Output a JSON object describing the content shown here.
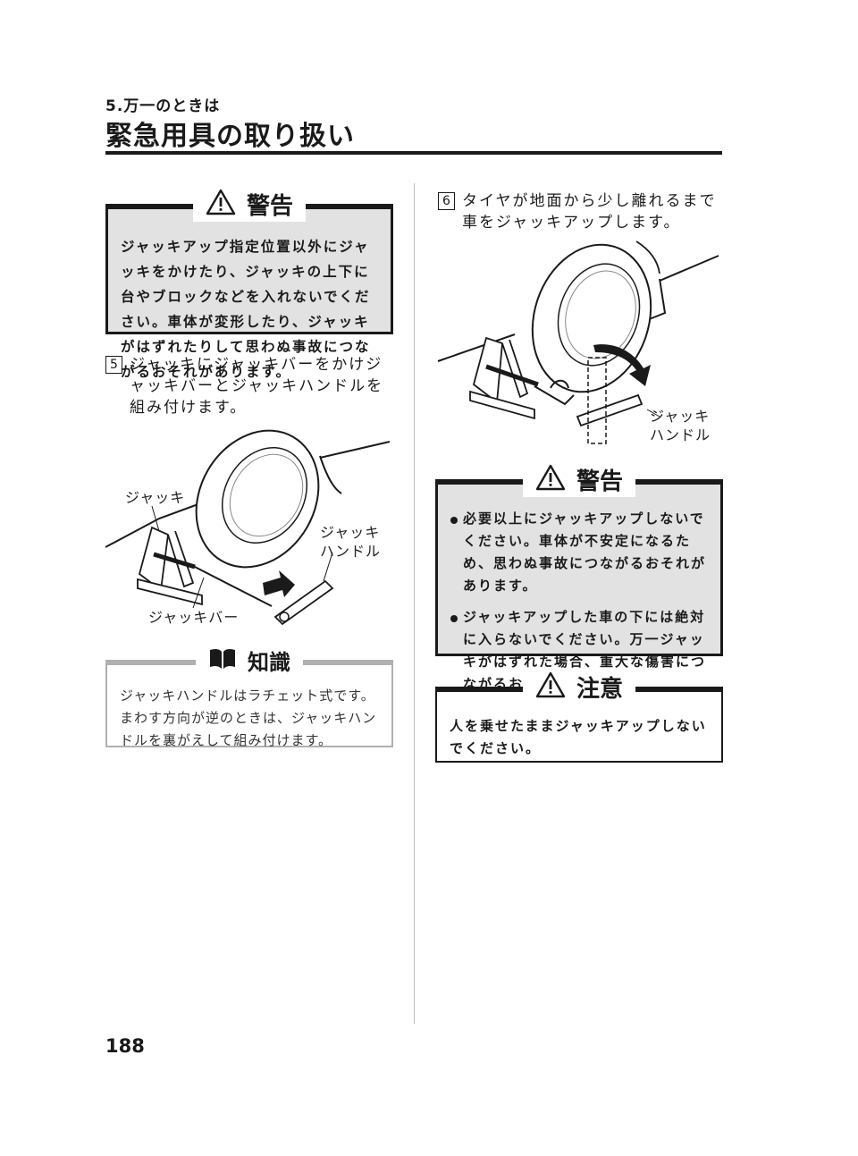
{
  "header": {
    "section": "5.万一のときは",
    "title": "緊急用具の取り扱い"
  },
  "left": {
    "warning": {
      "label": "警告",
      "text": "ジャッキアップ指定位置以外にジャッキをかけたり、ジャッキの上下に台やブロックなどを入れないでください。車体が変形したり、ジャッキがはずれたりして思わぬ事故につながるおそれがあります。"
    },
    "step5": {
      "num": "5",
      "text": "ジャッキにジャッキバーをかけジャッキバーとジャッキハンドルを組み付けます。"
    },
    "figure": {
      "label_jack": "ジャッキ",
      "label_handle_1": "ジャッキ",
      "label_handle_2": "ハンドル",
      "label_bar": "ジャッキバー"
    },
    "knowledge": {
      "label": "知識",
      "text": "ジャッキハンドルはラチェット式です。まわす方向が逆のときは、ジャッキハンドルを裏がえして組み付けます。"
    }
  },
  "right": {
    "step6": {
      "num": "6",
      "text": "タイヤが地面から少し離れるまで車をジャッキアップします。"
    },
    "figure": {
      "label_handle_1": "ジャッキ",
      "label_handle_2": "ハンドル"
    },
    "warning": {
      "label": "警告",
      "items": [
        "必要以上にジャッキアップしないでください。車体が不安定になるため、思わぬ事故につながるおそれがあります。",
        "ジャッキアップした車の下には絶対に入らないでください。万一ジャッキがはずれた場合、重大な傷害につながるおそれがあります。"
      ]
    },
    "caution": {
      "label": "注意",
      "text": "人を乗せたままジャッキアップしないでください。"
    }
  },
  "footer": {
    "page_number": "188"
  }
}
